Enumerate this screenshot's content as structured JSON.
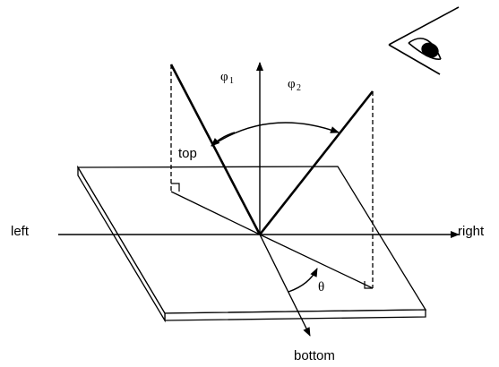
{
  "labels": {
    "left": "left",
    "right": "right",
    "top": "top",
    "bottom": "bottom",
    "phi": "φ",
    "sub1": "1",
    "sub2": "2",
    "theta": "θ"
  },
  "icons": {
    "observer": "eye-icon"
  },
  "colors": {
    "stroke": "#000000",
    "background": "#ffffff"
  }
}
